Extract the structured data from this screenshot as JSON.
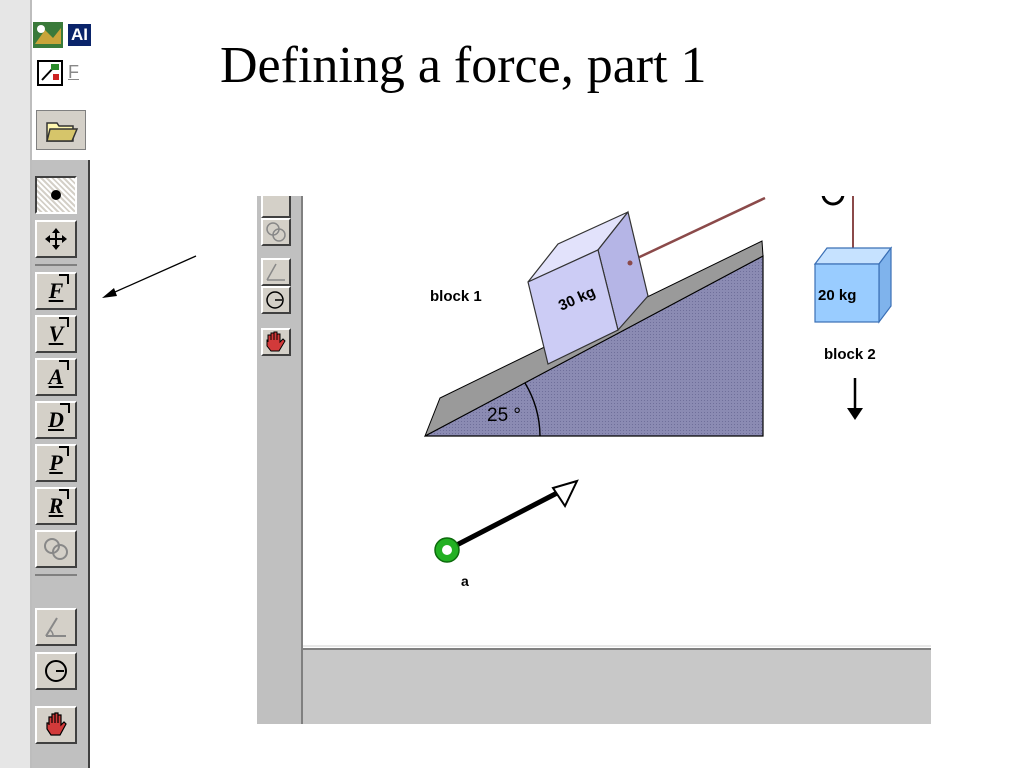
{
  "slide": {
    "title": "Defining a force, part 1"
  },
  "app": {
    "title_fragment": "AI",
    "menu_letter": "F"
  },
  "toolbar": {
    "tools": [
      {
        "id": "select",
        "icon": "dot-select-icon"
      },
      {
        "id": "move",
        "icon": "move-arrows-icon"
      },
      {
        "id": "force",
        "letter": "F"
      },
      {
        "id": "velocity",
        "letter": "V"
      },
      {
        "id": "acceleration",
        "letter": "A"
      },
      {
        "id": "displacement",
        "letter": "D"
      },
      {
        "id": "momentum",
        "letter": "P"
      },
      {
        "id": "position",
        "letter": "R"
      },
      {
        "id": "constraint",
        "icon": "rings-icon"
      },
      {
        "id": "angle",
        "icon": "angle-icon"
      },
      {
        "id": "clock",
        "icon": "clock-icon"
      },
      {
        "id": "stop",
        "icon": "hand-icon"
      }
    ]
  },
  "scene": {
    "block1": {
      "label": "block 1",
      "mass": "30 kg"
    },
    "block2": {
      "label": "block 2",
      "mass": "20 kg"
    },
    "angle": "25 °",
    "vector_label": "a"
  },
  "colors": {
    "ramp": "#8b8bb3",
    "block1": "#ccccf5",
    "block2": "#99ccff",
    "rope": "#8b4a4a",
    "vector_anchor": "#22b022"
  }
}
